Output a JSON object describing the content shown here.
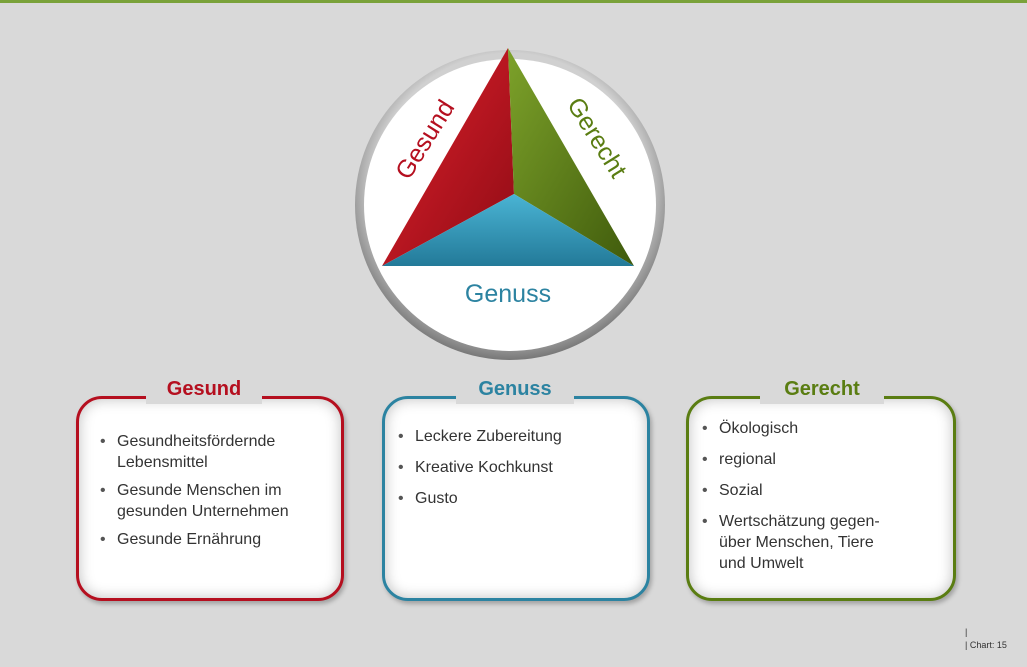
{
  "colors": {
    "gesund": "#b50f1f",
    "genuss": "#2c83a1",
    "gerecht": "#5a7d12",
    "accent": "#7aa23a",
    "background": "#d9d9d9"
  },
  "emblem": {
    "label_gesund": "Gesund",
    "label_gerecht": "Gerecht",
    "label_genuss": "Genuss"
  },
  "cards": [
    {
      "title": "Gesund",
      "items": [
        [
          "Gesundheitsfördernde",
          "Lebensmittel"
        ],
        [
          "Gesunde Menschen im",
          "gesunden Unternehmen"
        ],
        [
          "Gesunde Ernährung"
        ]
      ]
    },
    {
      "title": "Genuss",
      "items": [
        [
          "Leckere Zubereitung"
        ],
        [
          "Kreative Kochkunst"
        ],
        [
          "Gusto"
        ]
      ]
    },
    {
      "title": "Gerecht",
      "items": [
        [
          "Ökologisch"
        ],
        [
          "regional"
        ],
        [
          "Sozial"
        ],
        [
          "Wertschätzung gegen-",
          "über Menschen, Tiere",
          "und Umwelt"
        ]
      ]
    }
  ],
  "footer": {
    "bar_text": "|",
    "chart_label": "| Chart:  15"
  }
}
